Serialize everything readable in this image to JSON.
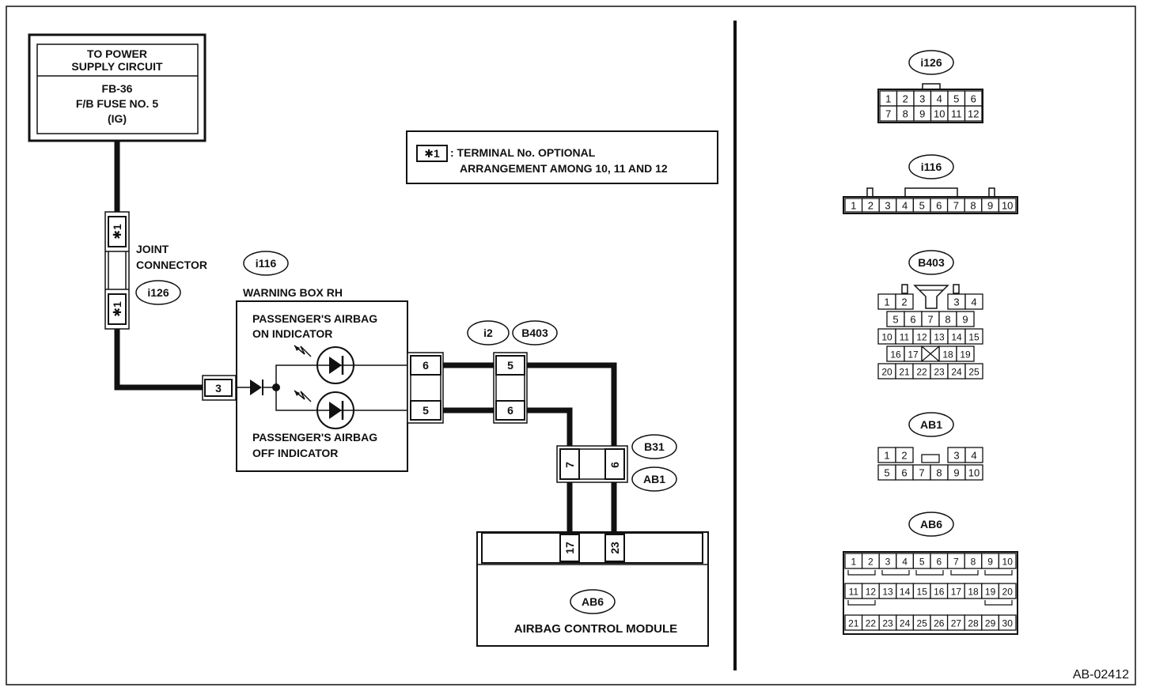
{
  "power_supply": {
    "line1": "TO POWER",
    "line2": "SUPPLY CIRCUIT",
    "line3": "FB-36",
    "line4": "F/B FUSE NO. 5",
    "line5": "(IG)"
  },
  "note": {
    "symbol": "✱1",
    "line1": ": TERMINAL No. OPTIONAL",
    "line2": "ARRANGEMENT AMONG 10, 11 AND 12"
  },
  "joint_connector": {
    "label1": "JOINT",
    "label2": "CONNECTOR",
    "code": "i126",
    "terminal_top": "✱1",
    "terminal_bottom": "✱1"
  },
  "warning_box": {
    "code": "i116",
    "title": "WARNING BOX RH",
    "on_indicator1": "PASSENGER'S AIRBAG",
    "on_indicator2": "ON INDICATOR",
    "off_indicator1": "PASSENGER'S AIRBAG",
    "off_indicator2": "OFF INDICATOR",
    "input_terminal": "3",
    "out_top": "6",
    "out_bottom": "5"
  },
  "connector_i2": {
    "code1": "i2",
    "code2": "B403",
    "top": "5",
    "bottom": "6"
  },
  "connector_b31": {
    "code1": "B31",
    "code2": "AB1",
    "left": "7",
    "right": "6"
  },
  "airbag_module": {
    "code": "AB6",
    "title": "AIRBAG CONTROL MODULE",
    "pin_left": "17",
    "pin_right": "23"
  },
  "views": {
    "i126": {
      "code": "i126",
      "row1": [
        "1",
        "2",
        "3",
        "4",
        "5",
        "6"
      ],
      "row2": [
        "7",
        "8",
        "9",
        "10",
        "11",
        "12"
      ]
    },
    "i116": {
      "code": "i116",
      "row1": [
        "1",
        "2",
        "3",
        "4",
        "5",
        "6",
        "7",
        "8",
        "9",
        "10"
      ]
    },
    "b403": {
      "code": "B403",
      "row1a": [
        "1",
        "2"
      ],
      "row1b": [
        "3",
        "4"
      ],
      "row2": [
        "5",
        "6",
        "7",
        "8",
        "9"
      ],
      "row3": [
        "10",
        "11",
        "12",
        "13",
        "14",
        "15"
      ],
      "row4a": [
        "16",
        "17"
      ],
      "row4b": [
        "18",
        "19"
      ],
      "row5": [
        "20",
        "21",
        "22",
        "23",
        "24",
        "25"
      ]
    },
    "ab1": {
      "code": "AB1",
      "row1a": [
        "1",
        "2"
      ],
      "row1b": [
        "3",
        "4"
      ],
      "row2": [
        "5",
        "6",
        "7",
        "8",
        "9",
        "10"
      ]
    },
    "ab6": {
      "code": "AB6",
      "row1": [
        "1",
        "2",
        "3",
        "4",
        "5",
        "6",
        "7",
        "8",
        "9",
        "10"
      ],
      "row2": [
        "11",
        "12",
        "13",
        "14",
        "15",
        "16",
        "17",
        "18",
        "19",
        "20"
      ],
      "row3": [
        "21",
        "22",
        "23",
        "24",
        "25",
        "26",
        "27",
        "28",
        "29",
        "30"
      ]
    }
  },
  "figure_id": "AB-02412"
}
